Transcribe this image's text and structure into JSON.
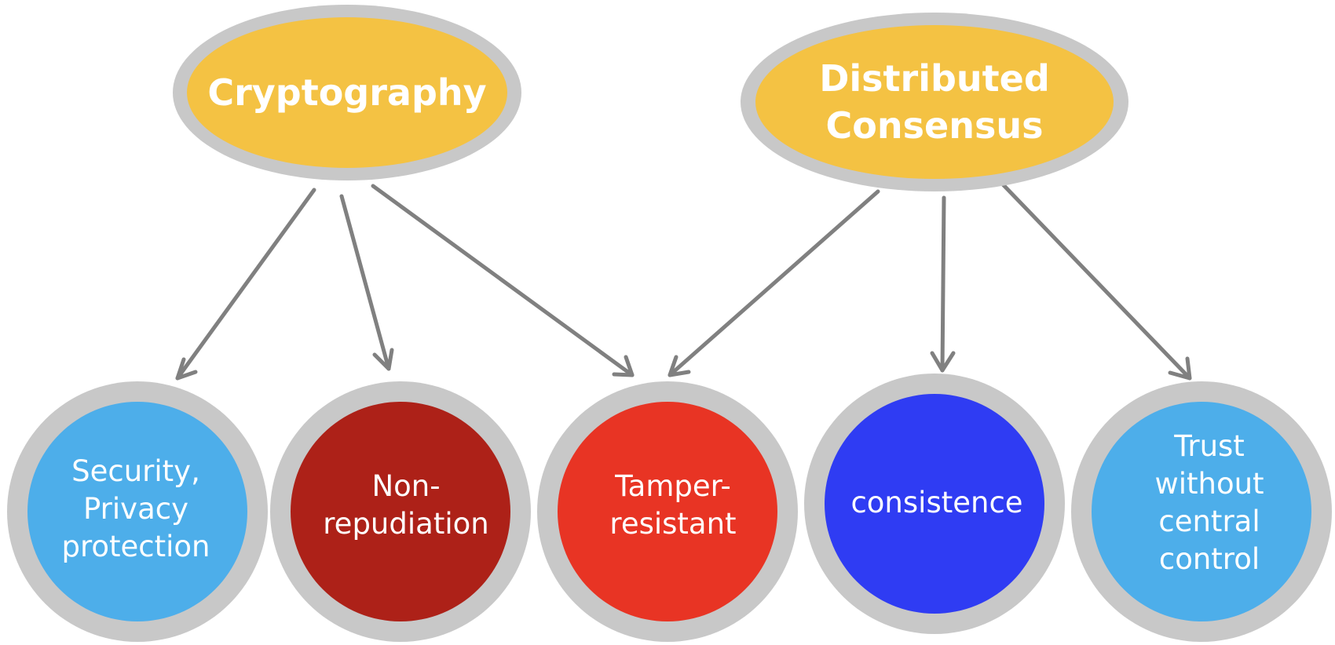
{
  "colors": {
    "ring": "#c8c8c8",
    "arrow": "#808080",
    "source_fill": "#f4c243",
    "security_fill": "#4daeea",
    "nonrepudiation_fill": "#ad2118",
    "tamper_fill": "#e83424",
    "consistence_fill": "#2f3cf3",
    "trust_fill": "#4daeea",
    "text": "#ffffff"
  },
  "sources": {
    "cryptography": {
      "lines": [
        "Cryptography"
      ]
    },
    "consensus": {
      "lines": [
        "Distributed",
        "Consensus"
      ]
    }
  },
  "targets": {
    "security": {
      "lines": [
        "Security,",
        "Privacy",
        "protection"
      ]
    },
    "nonrepudiation": {
      "lines": [
        "Non-",
        "repudiation"
      ]
    },
    "tamper": {
      "lines": [
        "Tamper-",
        "resistant"
      ]
    },
    "consistence": {
      "lines": [
        "consistence"
      ]
    },
    "trust": {
      "lines": [
        "Trust",
        "without",
        "central",
        "control"
      ]
    }
  },
  "edges": [
    {
      "from": "cryptography",
      "to": "security"
    },
    {
      "from": "cryptography",
      "to": "nonrepudiation"
    },
    {
      "from": "cryptography",
      "to": "tamper"
    },
    {
      "from": "consensus",
      "to": "tamper"
    },
    {
      "from": "consensus",
      "to": "consistence"
    },
    {
      "from": "consensus",
      "to": "trust"
    }
  ]
}
